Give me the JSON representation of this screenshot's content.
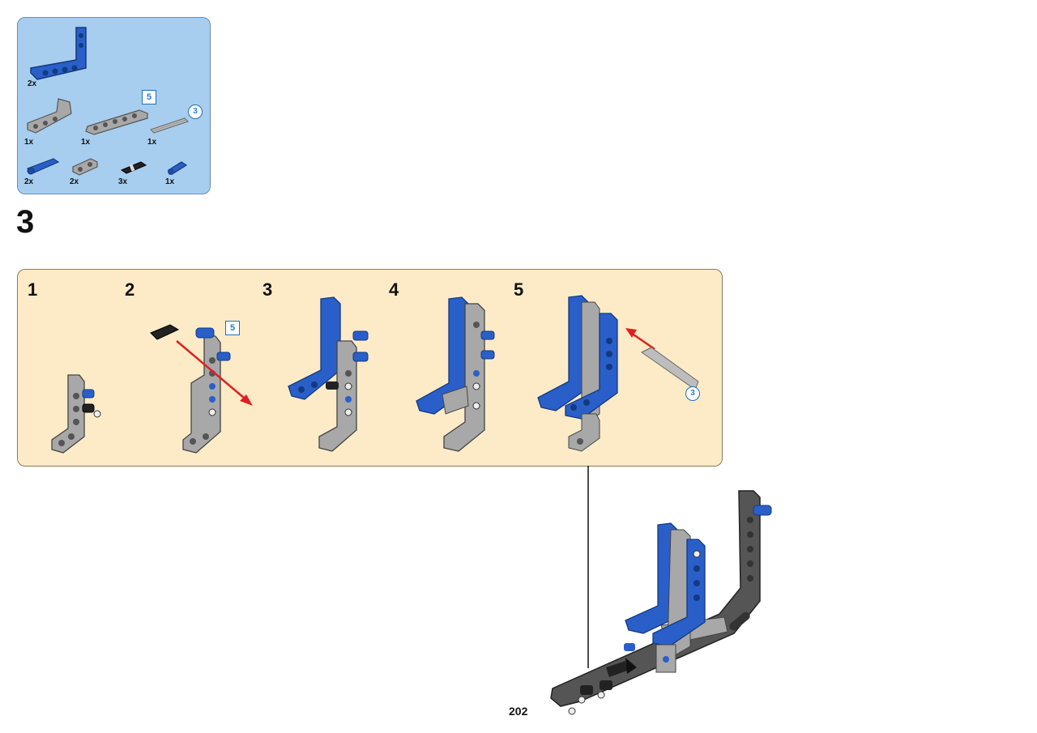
{
  "parts_list": {
    "items": [
      {
        "qty": "2x",
        "icon": "blue-l-beam-icon",
        "color": "#2a5fc9"
      },
      {
        "qty": "1x",
        "icon": "gray-angled-beam-icon",
        "color": "#a0a0a0"
      },
      {
        "qty": "1x",
        "icon": "gray-beam-5-icon",
        "color": "#a0a0a0",
        "badge": "5"
      },
      {
        "qty": "1x",
        "icon": "gray-axle-icon",
        "color": "#b0b0b0",
        "badge": "3"
      },
      {
        "qty": "2x",
        "icon": "blue-axle-pin-icon",
        "color": "#2a5fc9"
      },
      {
        "qty": "2x",
        "icon": "gray-beam-2-icon",
        "color": "#a0a0a0"
      },
      {
        "qty": "3x",
        "icon": "black-pin-icon",
        "color": "#222222"
      },
      {
        "qty": "1x",
        "icon": "blue-pin-icon",
        "color": "#2a5fc9"
      }
    ]
  },
  "step": {
    "number": "3",
    "substeps": [
      {
        "number": "1"
      },
      {
        "number": "2",
        "badge": "5"
      },
      {
        "number": "3"
      },
      {
        "number": "4"
      },
      {
        "number": "5",
        "badge": "3"
      }
    ]
  },
  "page": {
    "number": "202"
  },
  "colors": {
    "blue": "#2a5fc9",
    "light_gray": "#a8a8a8",
    "dark_gray": "#555555",
    "arrow_red": "#e02020"
  }
}
